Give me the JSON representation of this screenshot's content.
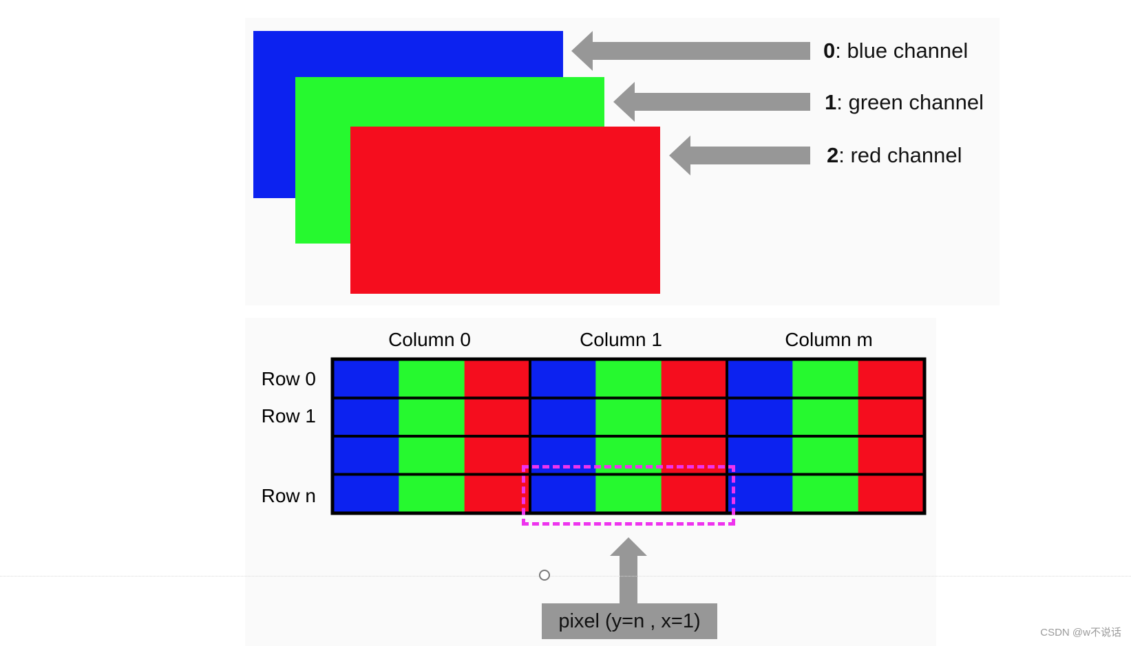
{
  "colors": {
    "blue": "#0c22f0",
    "green": "#26f92f",
    "red": "#f50d1e",
    "arrow_gray": "#979797",
    "grid_line": "#000000",
    "selection": "#ee33ee",
    "panel_bg": "#fafafa"
  },
  "channels": [
    {
      "index": "0",
      "text": ": blue channel",
      "color": "blue"
    },
    {
      "index": "1",
      "text": ": green channel",
      "color": "green"
    },
    {
      "index": "2",
      "text": ": red channel",
      "color": "red"
    }
  ],
  "grid": {
    "column_headers": [
      "Column 0",
      "Column 1",
      "Column m"
    ],
    "row_labels": [
      "Row 0",
      "Row 1",
      "",
      "Row n"
    ],
    "channel_order": [
      "blue",
      "green",
      "red"
    ],
    "columns": 3,
    "rows": 4
  },
  "selection": {
    "row": "Row n",
    "column": "Column 1"
  },
  "pixel_caption": "pixel (y=n , x=1)",
  "watermark": "CSDN @w不说话"
}
